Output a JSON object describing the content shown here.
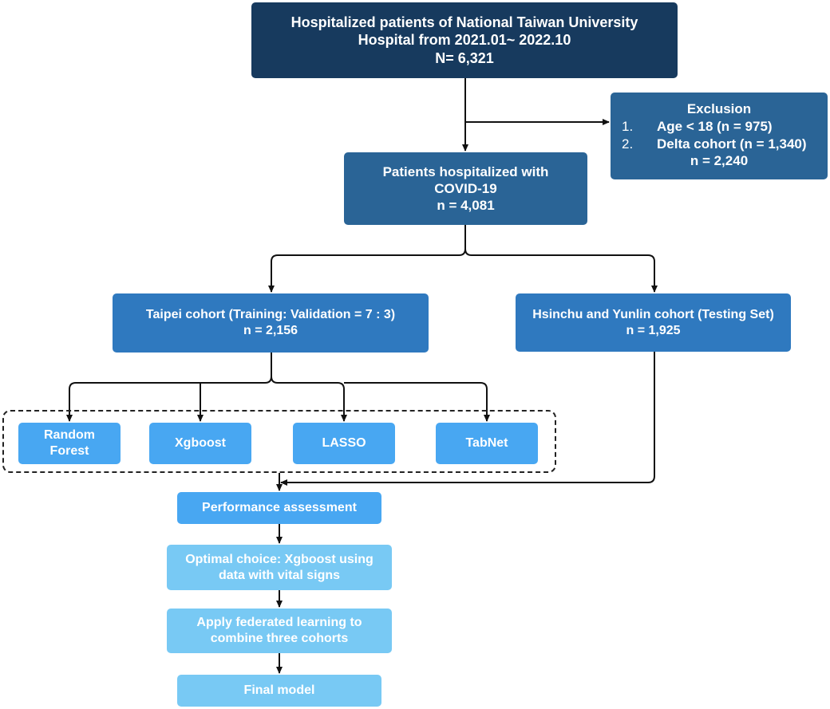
{
  "top": {
    "line1": "Hospitalized patients of National Taiwan University",
    "line2": "Hospital from 2021.01~ 2022.10",
    "line3": "N= 6,321"
  },
  "exclusion": {
    "title": "Exclusion",
    "items": [
      {
        "num": "1.",
        "text": "Age < 18 (n = 975)"
      },
      {
        "num": "2.",
        "text": "Delta cohort (n = 1,340)"
      }
    ],
    "total": "n = 2,240"
  },
  "covid": {
    "line1": "Patients hospitalized with",
    "line2": "COVID-19",
    "line3": "n = 4,081"
  },
  "taipei": {
    "line1": "Taipei cohort (Training: Validation = 7 : 3)",
    "line2": "n = 2,156"
  },
  "hsinchu": {
    "line1": "Hsinchu and Yunlin cohort (Testing Set)",
    "line2": "n = 1,925"
  },
  "models": {
    "rf": {
      "line1": "Random",
      "line2": "Forest"
    },
    "xgb": "Xgboost",
    "lasso": "LASSO",
    "tabnet": "TabNet"
  },
  "performance": "Performance assessment",
  "optimal": {
    "line1": "Optimal choice: Xgboost using",
    "line2": "data with vital signs"
  },
  "federated": {
    "line1": "Apply federated learning to",
    "line2": "combine three cohorts"
  },
  "final": "Final model",
  "colors": {
    "navy": "#173a5e",
    "mid": "#2a6496",
    "steel": "#2f79bf",
    "sky": "#48a7f2",
    "light": "#78c9f4",
    "line": "#111111"
  }
}
